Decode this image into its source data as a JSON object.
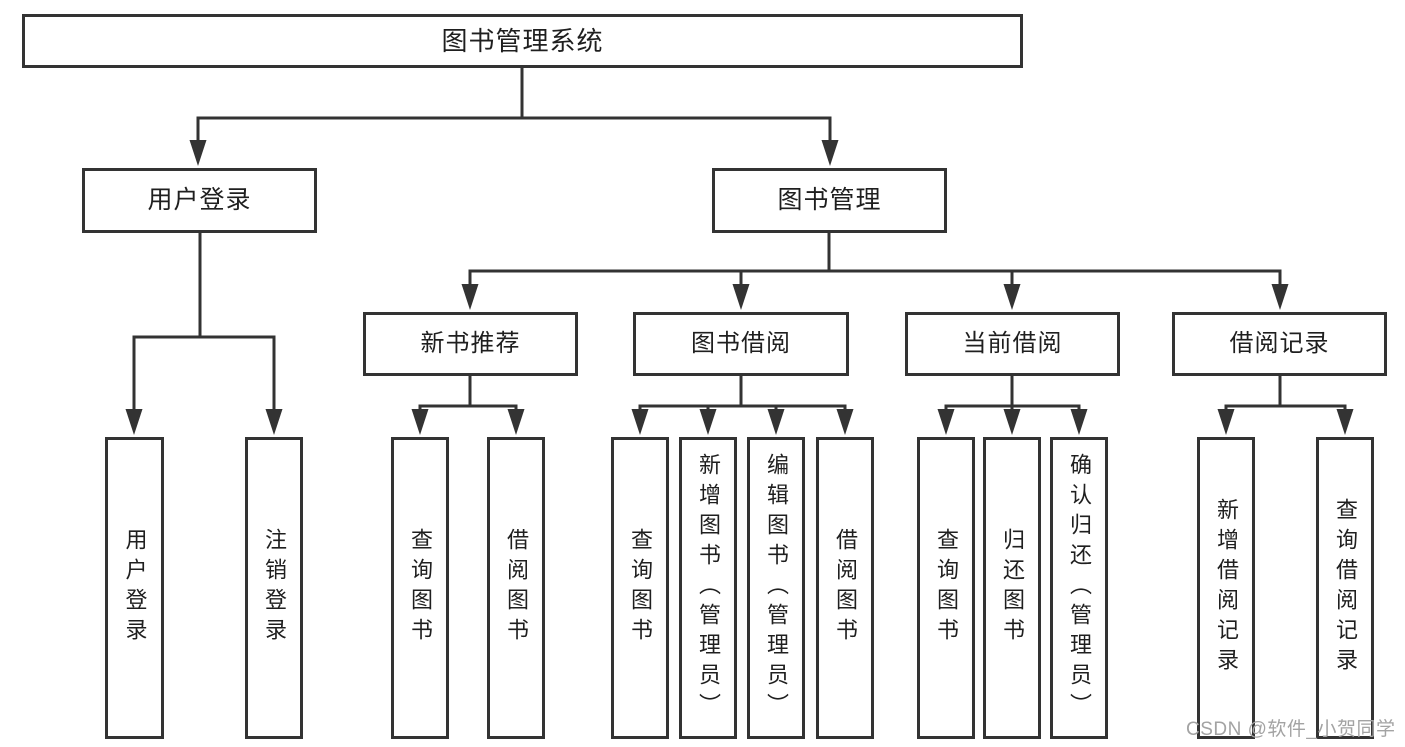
{
  "diagram": {
    "colors": {
      "line": "#333333",
      "text": "#1f1f1f",
      "watermark": "#a3a3a3",
      "background": "#ffffff"
    },
    "tree": {
      "root": "图书管理系统",
      "user_login": {
        "label": "用户登录",
        "children": [
          "用户登录",
          "注销登录"
        ]
      },
      "book_mgmt": {
        "label": "图书管理",
        "children": {
          "new_book": {
            "label": "新书推荐",
            "children": [
              "查询图书",
              "借阅图书"
            ]
          },
          "book_borrow": {
            "label": "图书借阅",
            "children": [
              "查询图书",
              "新增图书（管理员）",
              "编辑图书（管理员）",
              "借阅图书"
            ]
          },
          "current_borrow": {
            "label": "当前借阅",
            "children": [
              "查询图书",
              "归还图书",
              "确认归还（管理员）"
            ]
          },
          "borrow_record": {
            "label": "借阅记录",
            "children": [
              "新增借阅记录",
              "查询借阅记录"
            ]
          }
        }
      }
    },
    "watermark": "CSDN @软件_小贺同学"
  }
}
